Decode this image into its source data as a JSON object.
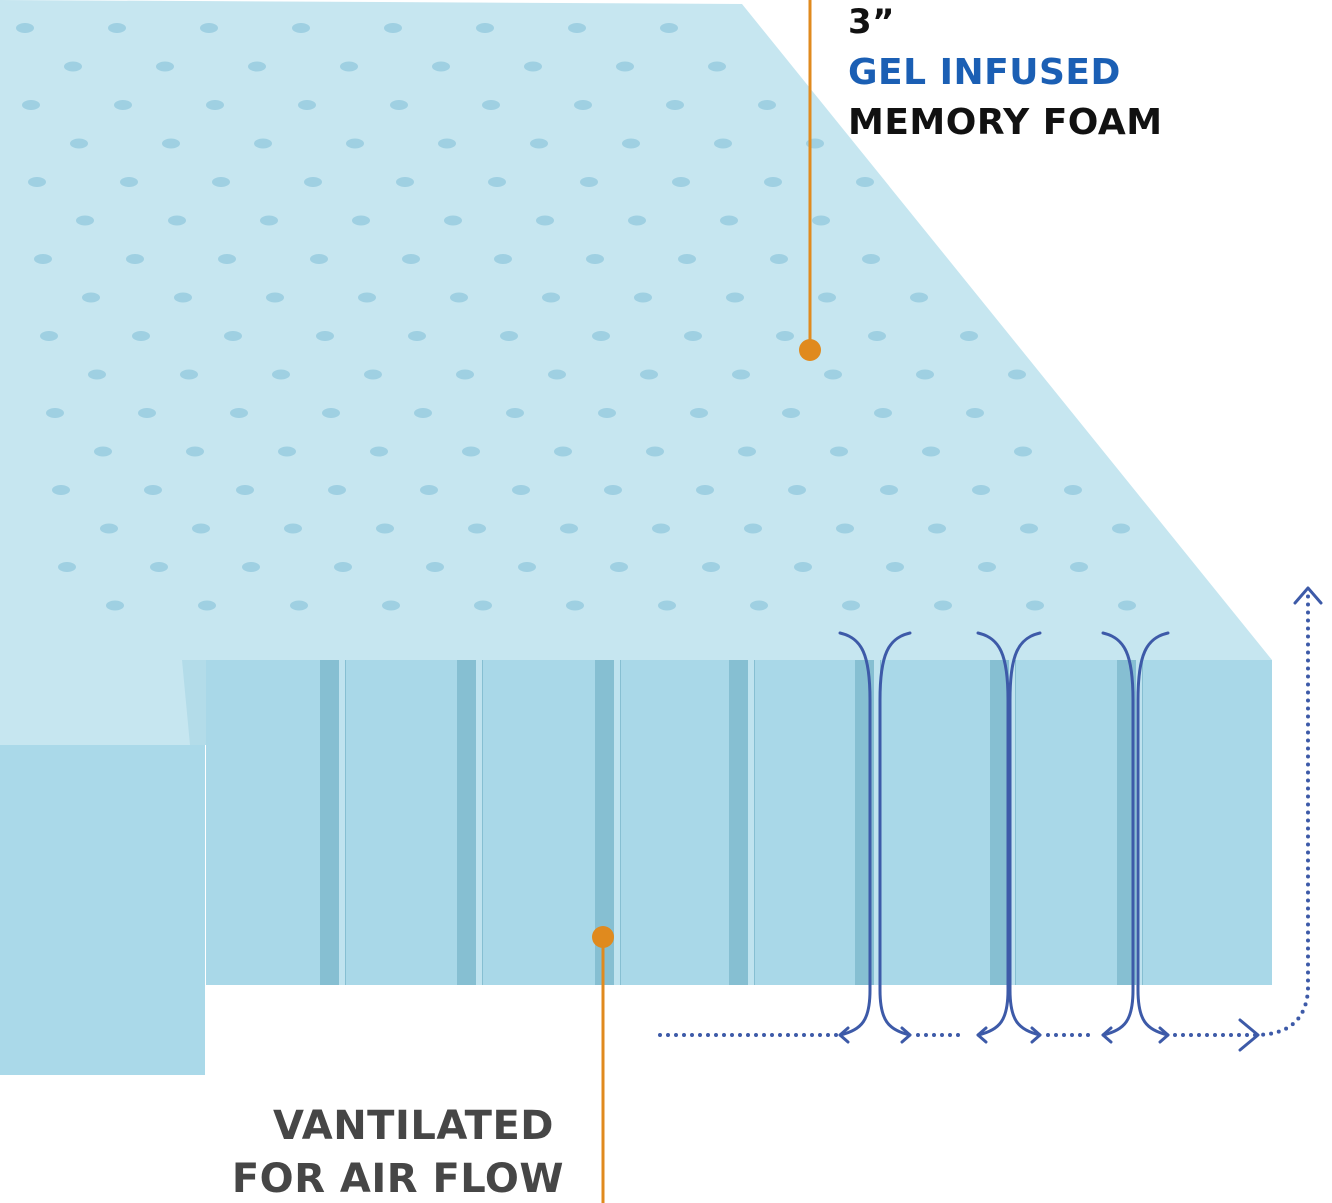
{
  "labels": {
    "thickness": "3”",
    "gel_infused": "GEL INFUSED",
    "memory_foam": "MEMORY FOAM",
    "ventilated_line1": "VANTILATED",
    "ventilated_line2": "FOR AIR FLOW"
  },
  "colors": {
    "foam_top": "#c6e6f0",
    "foam_front": "#a9d8e8",
    "foam_groove": "#86bfd2",
    "hole": "#9fd0e2",
    "callout_orange": "#e08a1e",
    "airflow_blue": "#3d5aa8",
    "accent_blue_text": "#1b5fb4",
    "dark_text": "#111111",
    "gray_text": "#464646"
  },
  "icons": [
    "airflow-arrow-icon",
    "callout-dot-icon"
  ]
}
